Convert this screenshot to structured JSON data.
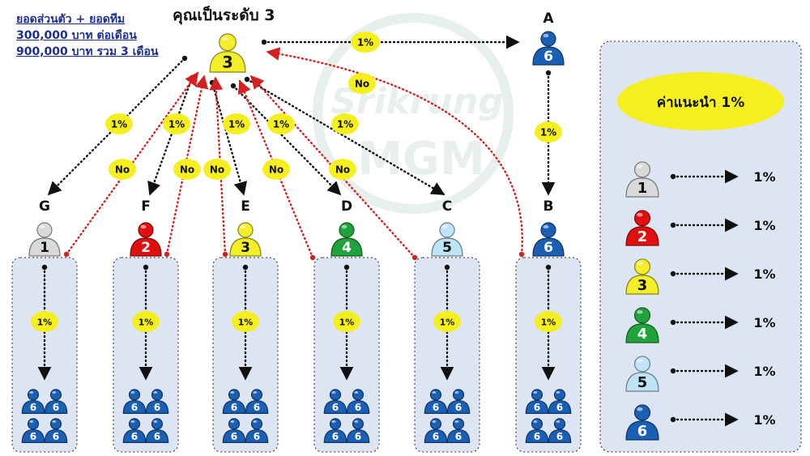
{
  "header": {
    "title": "คุณเป็นระดับ 3",
    "summary_lines": [
      "ยอดส่วนตัว + ยอดทีม",
      "300,000 บาท ต่อเดือน",
      "900,000 บาท รวม 3 เดือน"
    ]
  },
  "watermark": {
    "top": "Srikrung",
    "bottom": "MGM"
  },
  "colors": {
    "level_1": "#d9d9d9",
    "level_2": "#e01010",
    "level_3": "#f2ee2a",
    "level_4": "#1fa33a",
    "level_5": "#bfe3f7",
    "level_6": "#1a5fb4",
    "badge": "#f5ef1f",
    "yes_arrow": "#111111",
    "no_arrow": "#d42020",
    "panel": "#dde5f2"
  },
  "root": {
    "level": "3"
  },
  "sponsor_a": {
    "letter": "A",
    "level": "6",
    "link_rate": "1%"
  },
  "root_to_b_no": "No",
  "members": [
    {
      "letter": "G",
      "level": "1",
      "rate": "1%",
      "return": "No",
      "sub_rate": "1%",
      "sub_levels": [
        "6",
        "6",
        "6",
        "6"
      ]
    },
    {
      "letter": "F",
      "level": "2",
      "rate": "1%",
      "return": "No",
      "sub_rate": "1%",
      "sub_levels": [
        "6",
        "6",
        "6",
        "6"
      ]
    },
    {
      "letter": "E",
      "level": "3",
      "rate": "1%",
      "return": "No",
      "sub_rate": "1%",
      "sub_levels": [
        "6",
        "6",
        "6",
        "6"
      ]
    },
    {
      "letter": "D",
      "level": "4",
      "rate": "1%",
      "return": "No",
      "sub_rate": "1%",
      "sub_levels": [
        "6",
        "6",
        "6",
        "6"
      ]
    },
    {
      "letter": "C",
      "level": "5",
      "rate": "1%",
      "return": "No",
      "sub_rate": "1%",
      "sub_levels": [
        "6",
        "6",
        "6",
        "6"
      ]
    },
    {
      "letter": "B",
      "level": "6",
      "rate": "1%",
      "sub_rate": "1%",
      "sub_levels": [
        "6",
        "6",
        "6",
        "6"
      ]
    }
  ],
  "legend": {
    "title": "ค่าแนะนำ 1%",
    "items": [
      {
        "level": "1",
        "rate": "1%"
      },
      {
        "level": "2",
        "rate": "1%"
      },
      {
        "level": "3",
        "rate": "1%"
      },
      {
        "level": "4",
        "rate": "1%"
      },
      {
        "level": "5",
        "rate": "1%"
      },
      {
        "level": "6",
        "rate": "1%"
      }
    ]
  }
}
